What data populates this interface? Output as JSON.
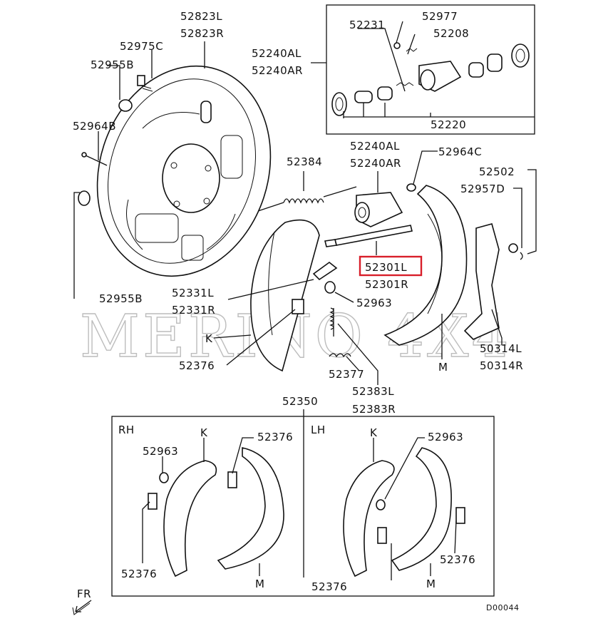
{
  "labels": {
    "backing_plate": [
      "52823L",
      "52823R"
    ],
    "bolt": "52975C",
    "plug": "52955B",
    "plug_lower": "52955B",
    "pin": "52964B",
    "wheel_cyl_kit": [
      "52240AL",
      "52240AR"
    ],
    "wheel_cyl": [
      "52240AL",
      "52240AR"
    ],
    "kit_parts": {
      "p1": "52231",
      "p2": "52977",
      "p3": "52208",
      "p4": "52220"
    },
    "spring_upper": "52384",
    "pin_c": "52964C",
    "clip": "52502",
    "clip_d": "52957D",
    "adjuster_l": "52301L",
    "adjuster_r": "52301R",
    "lever": [
      "52331L",
      "52331R"
    ],
    "washer": "52963",
    "k_mark": "K",
    "clip_spring": "52376",
    "spring_lower": "52377",
    "spring_return": [
      "52383L",
      "52383R"
    ],
    "parking_lever": [
      "50314L",
      "50314R"
    ],
    "m_mark": "M",
    "shoe_set": "52350"
  },
  "inset": {
    "rh_label": "RH",
    "lh_label": "LH",
    "rh_washer": "52963",
    "rh_k": "K",
    "rh_clip_top": "52376",
    "rh_clip_bottom": "52376",
    "rh_m": "M",
    "lh_k": "K",
    "lh_washer": "52963",
    "lh_clip_right": "52376",
    "lh_clip_bottom": "52376",
    "lh_m": "M"
  },
  "footer": {
    "direction": "FR",
    "drawing_code": "D00044"
  },
  "watermark": "MERINO 4X4",
  "colors": {
    "highlight": "#d81e2a",
    "ink": "#111111",
    "watermark": "#bdbdbd"
  }
}
